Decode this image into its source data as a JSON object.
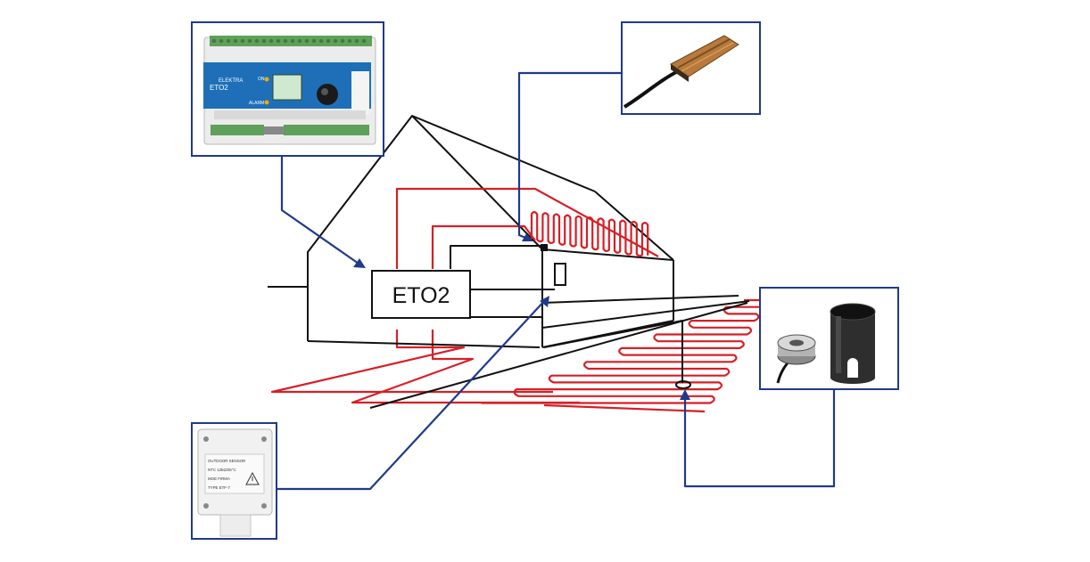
{
  "controller_label": "ETO2",
  "controller_device": {
    "brand": "ELEKTRA",
    "model": "ETO2",
    "led_on": "ON",
    "led_alarm": "ALARM"
  },
  "outdoor_sensor": {
    "line1": "OUTDOOR SENSOR",
    "line2": "NTC 12kΩ/25°C",
    "line3": "MOE FIRMA",
    "line4": "TYPE ETF-7"
  },
  "colors": {
    "callout_frame": "#1f3a8a",
    "heating_cable": "#d61f26",
    "house_outline": "#111111",
    "device_blue": "#1e6fb8",
    "terminal_green": "#5fa05a"
  },
  "icons": {
    "controller": "din-rail-controller-icon",
    "roof_sensor": "moisture-sensor-icon",
    "ground_sensor": "ground-sensor-icon",
    "outdoor_sensor": "outdoor-sensor-icon"
  }
}
